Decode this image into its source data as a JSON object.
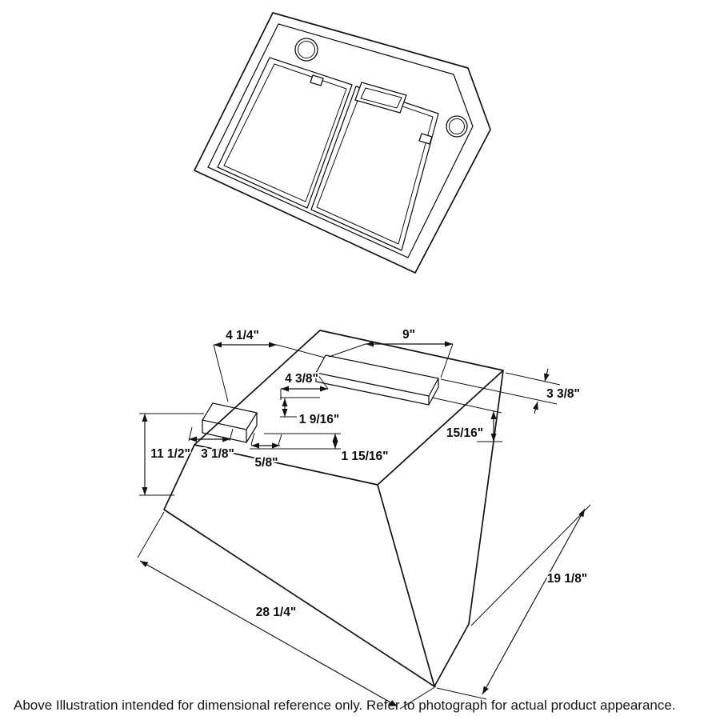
{
  "caption": "Above Illustration intended for dimensional reference only. Refer to photograph for actual product appearance.",
  "dims": {
    "duct_offset_left": "4 1/4\"",
    "duct_width": "9\"",
    "duct_inner_offset": "4 3/8\"",
    "duct_back_offset": "3 3/8\"",
    "knockout_offset_a": "1 9/16\"",
    "duct_front_offset": "15/16\"",
    "hood_height": "11 1/2\"",
    "junction_box_offset": "3 1/8\"",
    "knockout_offset_b": "5/8\"",
    "knockout_offset_c": "1 15/16\"",
    "hood_width": "28 1/4\"",
    "hood_depth": "19 1/8\""
  }
}
